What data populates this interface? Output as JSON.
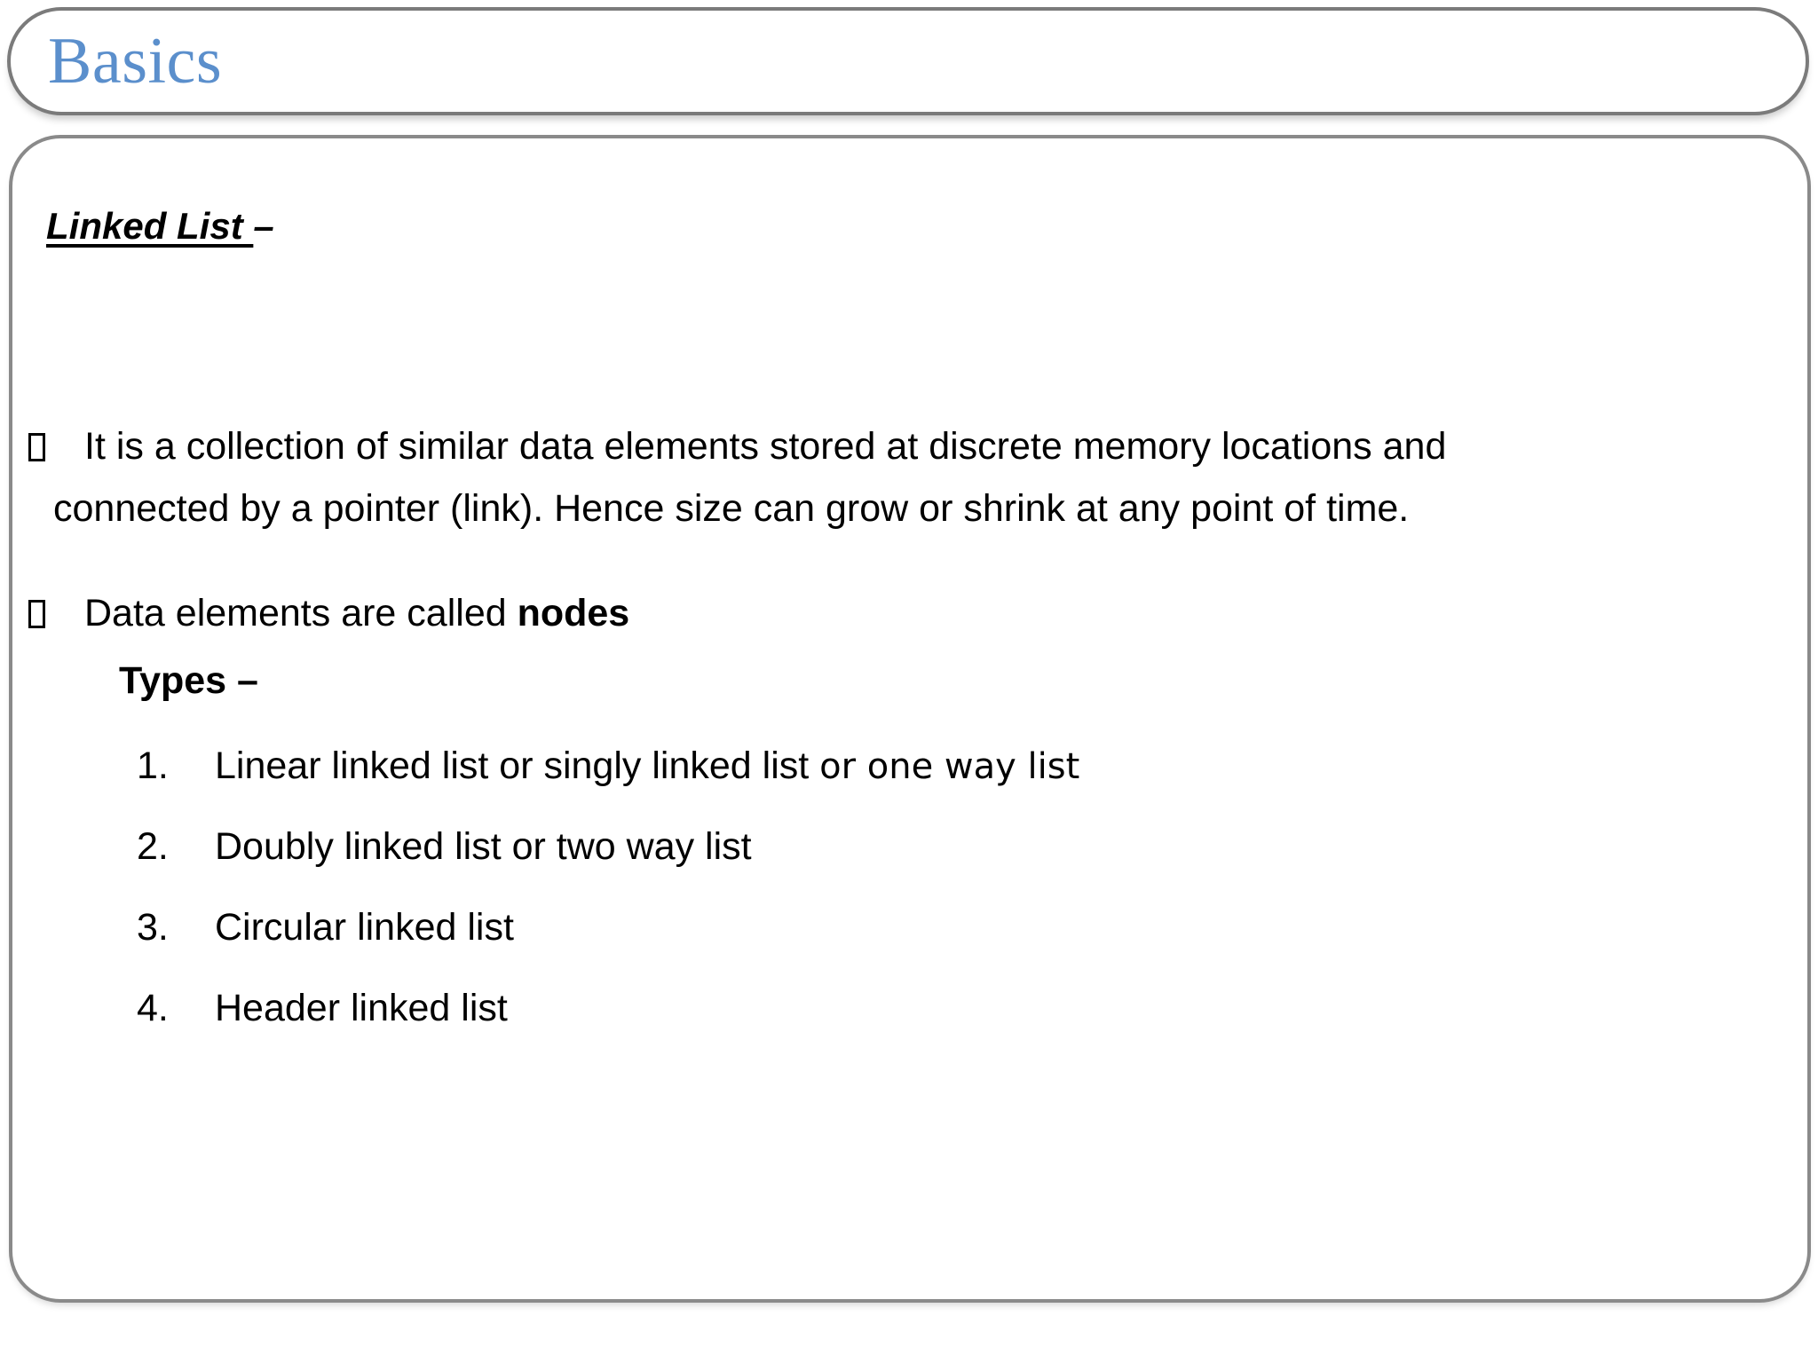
{
  "slide": {
    "title": "Basics",
    "title_color": "#5b8fcc",
    "border_color": "#7b7b7b",
    "background": "#ffffff"
  },
  "content": {
    "heading": {
      "underlined_part": "Linked List ",
      "dash_part": "–"
    },
    "bullets": [
      {
        "marker": "tofu-box-glyph",
        "line1": "It is a collection of similar data elements stored at discrete memory locations and",
        "line2": "connected by a pointer (link). Hence size can grow or shrink at any point of time."
      },
      {
        "marker": "tofu-box-glyph",
        "text_plain": "Data elements are called ",
        "text_bold": "nodes"
      }
    ],
    "types_heading": "Types –",
    "numbered_list": [
      {
        "number": "1.",
        "text_a": "Linear linked list or singly linked list ",
        "text_b": " or one way list"
      },
      {
        "number": "2.",
        "text_a": "Doubly linked list or two way list",
        "text_b": ""
      },
      {
        "number": "3.",
        "text_a": "Circular linked list",
        "text_b": ""
      },
      {
        "number": "4.",
        "text_a": "Header linked list",
        "text_b": ""
      }
    ]
  }
}
